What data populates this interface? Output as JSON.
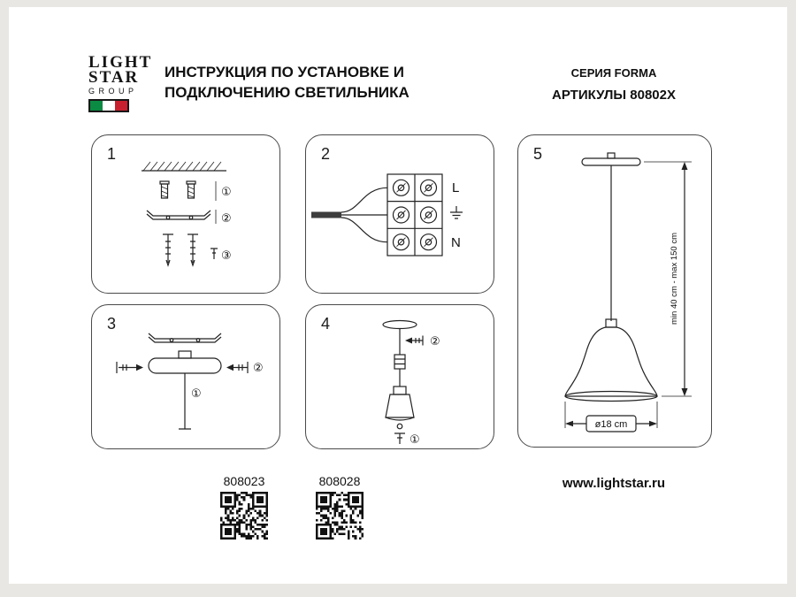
{
  "header": {
    "logo": {
      "line1": "LIGHT",
      "line2": "STAR",
      "line3": "GROUP"
    },
    "title_line1": "ИНСТРУКЦИЯ ПО УСТАНОВКЕ И",
    "title_line2": "ПОДКЛЮЧЕНИЮ СВЕТИЛЬНИКА",
    "series": "СЕРИЯ FORMA",
    "articles": "АРТИКУЛЫ 80802X"
  },
  "panels": {
    "step1": {
      "number": "1",
      "markers": [
        "①",
        "②",
        "③"
      ]
    },
    "step2": {
      "number": "2",
      "label_line": "L",
      "label_neutral": "N",
      "label_earth": "earth-symbol"
    },
    "step3": {
      "number": "3",
      "marker_screw": "②",
      "marker_cable": "①"
    },
    "step4": {
      "number": "4",
      "marker_screw": "②",
      "marker_bottom": "①"
    },
    "step5": {
      "number": "5",
      "dimension_height": "min 40 cm - max 150 cm",
      "dimension_diameter": "ø18 cm"
    }
  },
  "footer": {
    "codes": [
      {
        "label": "808023"
      },
      {
        "label": "808028"
      }
    ],
    "website": "www.lightstar.ru"
  },
  "colors": {
    "ink": "#222222",
    "flag_green": "#0b8a43",
    "flag_red": "#c8202f",
    "page_bg": "#e9e7e3"
  }
}
